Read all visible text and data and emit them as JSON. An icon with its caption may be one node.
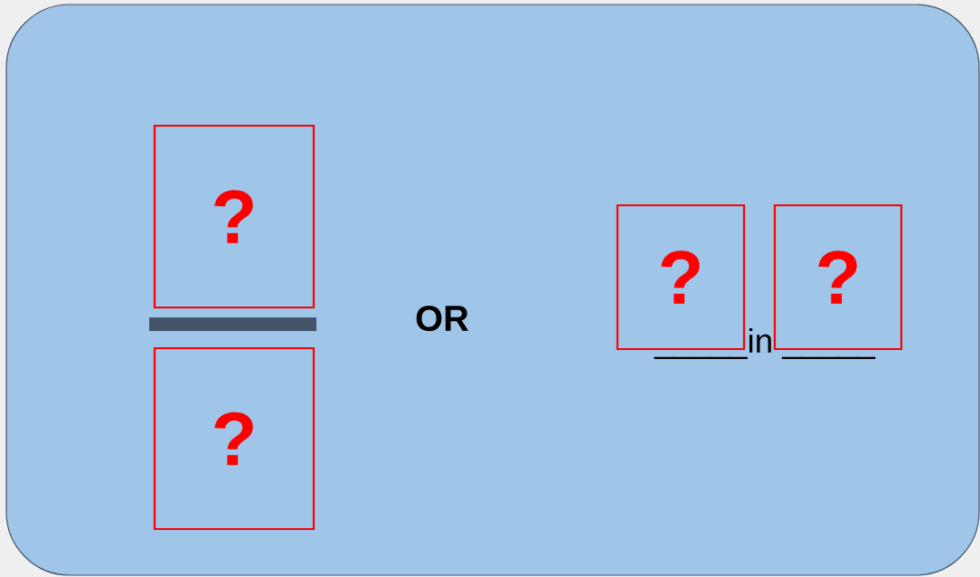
{
  "diagram": {
    "nodes": [
      {
        "text": [],
        "shape": "box"
      },
      {
        "text": [
          "?"
        ],
        "in": 0
      },
      {
        "text": [],
        "shape": "bar",
        "in": 0
      },
      {
        "text": [
          "?"
        ],
        "in": 0
      },
      {
        "text": [
          "?"
        ],
        "in": 0
      },
      {
        "text": [
          "?"
        ],
        "in": 0
      }
    ],
    "labels": [
      "OR",
      "_____in _____"
    ]
  }
}
